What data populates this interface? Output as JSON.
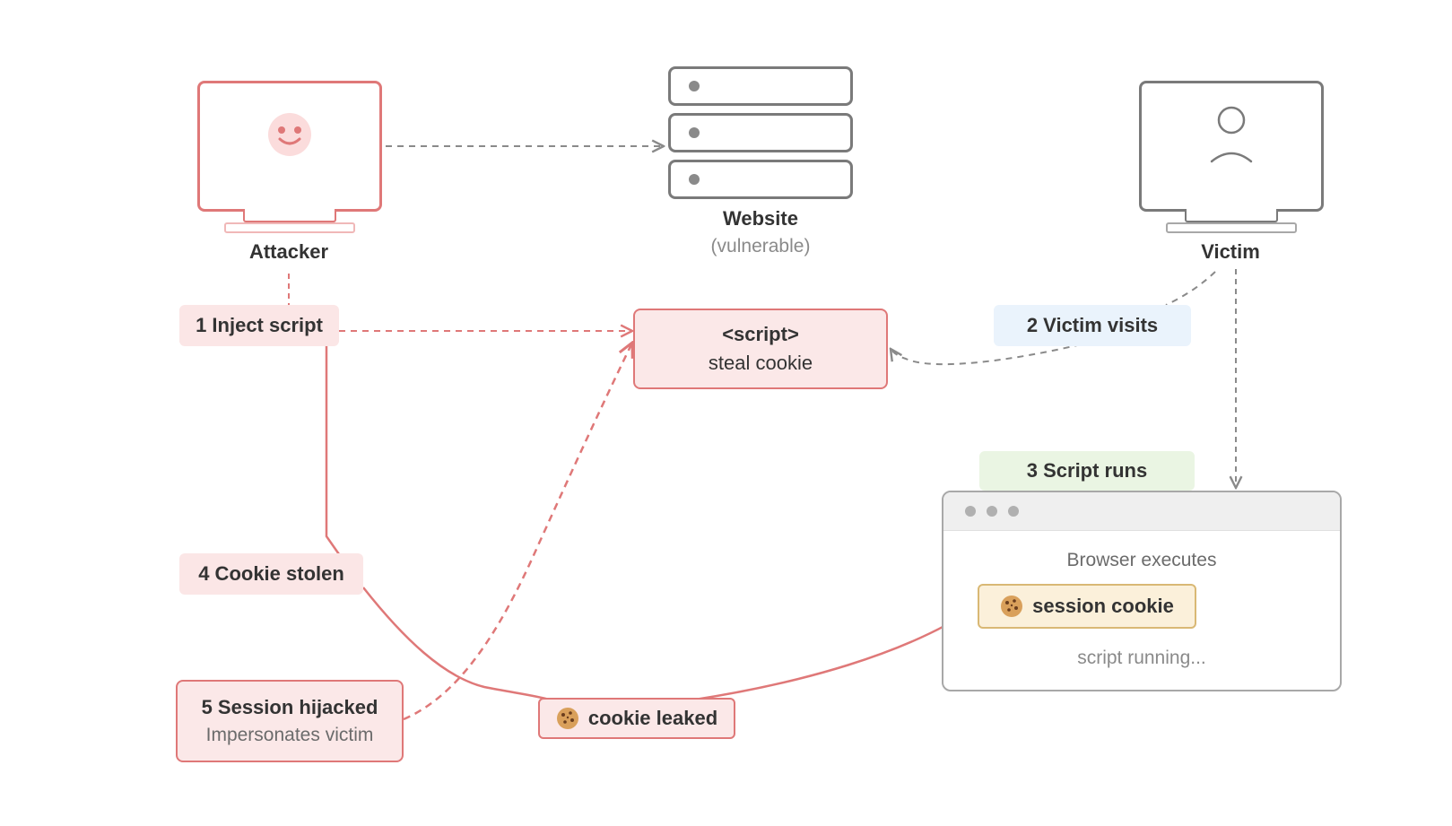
{
  "nodes": {
    "attacker": {
      "label": "Attacker"
    },
    "website": {
      "label": "Website",
      "sublabel": "(vulnerable)"
    },
    "victim": {
      "label": "Victim"
    },
    "script": {
      "line1": "<script>",
      "line2": "steal cookie"
    },
    "browser": {
      "exec_text": "Browser executes",
      "cookie_label": "session cookie",
      "status": "script running..."
    },
    "leak": {
      "label": "cookie leaked"
    },
    "hijack": {
      "title": "5 Session hijacked",
      "subtitle": "Impersonates victim"
    }
  },
  "steps": {
    "s1": "1 Inject script",
    "s2": "2 Victim visits",
    "s3": "3 Script runs",
    "s4": "4 Cookie stolen"
  },
  "icons": {
    "attacker": "smiley-face-icon",
    "website": "server-stack-icon",
    "victim": "user-person-icon",
    "cookie": "cookie-icon"
  },
  "colors": {
    "attacker_accent": "#df7878",
    "neutral": "#8a8a8a",
    "step_red_bg": "#fbe6e6",
    "step_blue_bg": "#eaf3fc",
    "step_green_bg": "#eaf5e3",
    "cookie_bg": "#fbf0da"
  }
}
